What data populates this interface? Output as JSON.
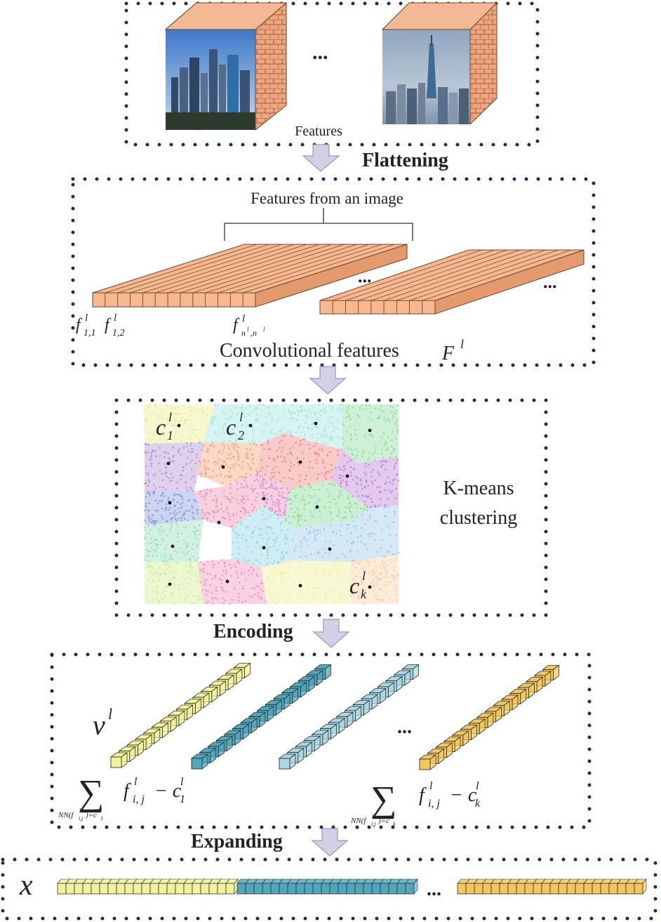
{
  "stages": {
    "features_label": "Features",
    "flattening_label": "Flattening",
    "features_from_image_label": "Features from an image",
    "conv_features_label": "Convolutional features",
    "conv_features_symbol": "F",
    "conv_features_sup": "l",
    "kmeans_label_line1": "K-means",
    "kmeans_label_line2": "clustering",
    "encoding_label": "Encoding",
    "expanding_label": "Expanding",
    "ellipsis": "..."
  },
  "feature_labels": {
    "f11_base": "f",
    "f11_sup": "l",
    "f11_sub": "1,1",
    "f12_base": "f",
    "f12_sup": "l",
    "f12_sub": "1,2",
    "fnn_base": "f",
    "fnn_sup": "l",
    "fnn_sub": "n",
    "fnn_sub_sup1": "l",
    "fnn_sub_mid": ",n",
    "fnn_sub_sup2": "l"
  },
  "centroid_labels": {
    "c1_base": "c",
    "c1_sup": "l",
    "c1_sub": "1",
    "c2_base": "c",
    "c2_sup": "l",
    "c2_sub": "2",
    "ck_base": "c",
    "ck_sup": "l",
    "ck_sub": "k"
  },
  "encoding_formula": {
    "v_base": "v",
    "v_sup": "l",
    "sum_symbol": "∑",
    "left_cond": "NN(f",
    "left_cond_sup": "l",
    "left_cond_sub": "i,j",
    "left_cond_tail": ")=c",
    "left_cond_tail_sup": "l",
    "left_cond_tail_sub": "1",
    "left_term": "f",
    "left_term_sup": "l",
    "left_term_sub": "i, j",
    "left_minus": "− c",
    "left_minus_sup": "l",
    "left_minus_sub": "1",
    "right_cond_tail_sub": "k",
    "right_minus_sub": "k"
  },
  "expanding_symbol": "x",
  "colors": {
    "dot_border": "#1f2a55",
    "arrow_fill": "#d3cfe6",
    "arrow_stroke": "#9a96b8",
    "bar_orange": "#f7b88f",
    "bar_orange_dark": "#d98a5e",
    "vec_yellow": "#f3f29a",
    "vec_teal": "#4fa6bd",
    "vec_lightblue": "#a9d7e4",
    "vec_gold": "#f1c75e",
    "vec_gold_dark": "#c99a3b"
  },
  "clusters": [
    {
      "name": "c1",
      "color": "#e9ef9a"
    },
    {
      "name": "c2",
      "color": "#a9e6e3"
    },
    {
      "name": "top3",
      "color": "#a9e6e3"
    },
    {
      "name": "top4",
      "color": "#95dca3"
    },
    {
      "name": "purple",
      "color": "#b79ad6"
    },
    {
      "name": "orange",
      "color": "#f3a880"
    },
    {
      "name": "red",
      "color": "#f08c8c"
    },
    {
      "name": "violet",
      "color": "#c28ad6"
    },
    {
      "name": "blue",
      "color": "#8e9fdc"
    },
    {
      "name": "pink",
      "color": "#eb96b6"
    },
    {
      "name": "green",
      "color": "#8fdc9f"
    },
    {
      "name": "magenta",
      "color": "#e29ac8"
    },
    {
      "name": "mint",
      "color": "#9ee0c0"
    },
    {
      "name": "cyan",
      "color": "#96d8e6"
    },
    {
      "name": "sky",
      "color": "#9fcbea"
    },
    {
      "name": "lime",
      "color": "#d5ec9a"
    },
    {
      "name": "rose",
      "color": "#ed9bc2"
    },
    {
      "name": "yellow",
      "color": "#eef2a0"
    },
    {
      "name": "ck",
      "color": "#f6d2a8"
    }
  ]
}
